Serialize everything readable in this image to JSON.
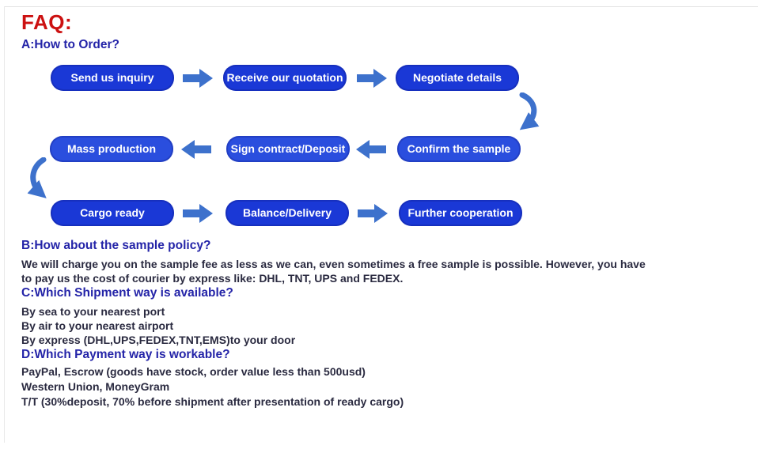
{
  "colors": {
    "title-red": "#cc1111",
    "heading-blue": "#2424a8",
    "body-text": "#2a2a40",
    "button-blue": "#1a38d6",
    "button-blue-light": "#2a4ede",
    "arrow-blue": "#3d71cc",
    "page-bg": "#ffffff"
  },
  "header": {
    "title": "FAQ:"
  },
  "sections": {
    "a": {
      "heading": "A:How to Order?"
    },
    "b": {
      "heading": "B:How about the sample policy?",
      "lines": [
        "We will charge you on the sample fee as less as we can, even sometimes a free sample is possible. However, you have",
        "to pay us the cost of courier by express like: DHL, TNT, UPS and FEDEX."
      ]
    },
    "c": {
      "heading": "C:Which Shipment way is available?",
      "lines": [
        "By sea to your nearest port",
        "By air to your nearest airport",
        "By express (DHL,UPS,FEDEX,TNT,EMS)to your door"
      ]
    },
    "d": {
      "heading": "D:Which Payment way is workable?",
      "lines": [
        "PayPal, Escrow (goods have stock, order value less than 500usd)",
        "Western Union, MoneyGram",
        "T/T (30%deposit, 70% before shipment after presentation of ready cargo)"
      ]
    }
  },
  "flowchart": {
    "rows": [
      {
        "direction": "right",
        "steps": [
          "Send us inquiry",
          "Receive our quotation",
          "Negotiate details"
        ]
      },
      {
        "direction": "left",
        "steps": [
          "Mass production",
          "Sign contract/Deposit",
          "Confirm the sample"
        ]
      },
      {
        "direction": "right",
        "steps": [
          "Cargo ready",
          "Balance/Delivery",
          "Further cooperation"
        ]
      }
    ]
  }
}
